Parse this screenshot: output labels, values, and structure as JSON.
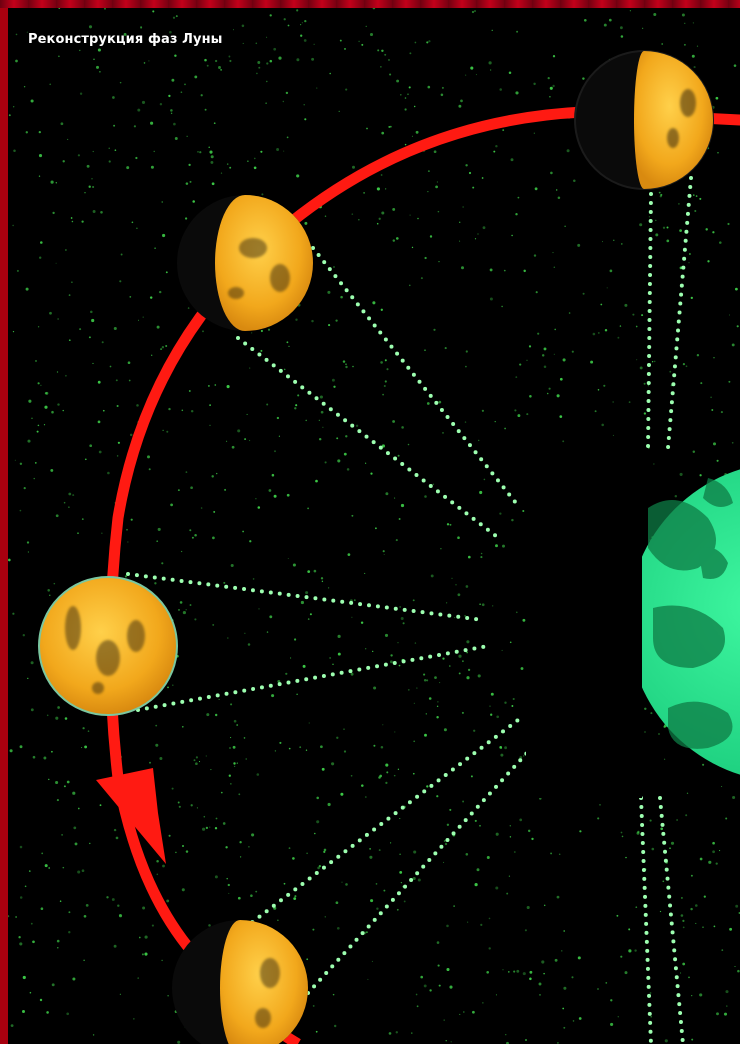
{
  "title": "Реконструкция фаз Луны",
  "diagram": {
    "orbit_color": "#ff1a12",
    "moon_lit_color": "#f5b324",
    "moon_shadow_color": "#0a0a0a",
    "earth_color": "#29e88f",
    "earth_shadow_color": "#000000",
    "ray_color": "#9dffb0",
    "star_color": "#3fd24a",
    "frame_color": "#a8000f",
    "icons": [
      "earth-icon",
      "moon-icon",
      "orbit-direction-arrow-icon"
    ],
    "moon_phases": [
      {
        "name": "first-quarter",
        "illuminated": 0.5
      },
      {
        "name": "waxing-gibbous",
        "illuminated": 0.8
      },
      {
        "name": "full",
        "illuminated": 1.0
      },
      {
        "name": "waning-gibbous",
        "illuminated": 0.7
      }
    ]
  }
}
